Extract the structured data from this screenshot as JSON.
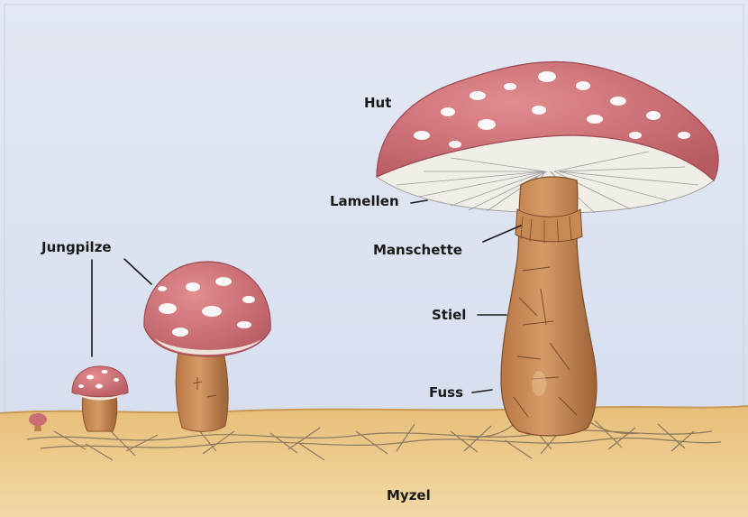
{
  "labels": {
    "hut": "Hut",
    "lamellen": "Lamellen",
    "manschette": "Manschette",
    "stiel": "Stiel",
    "fuss": "Fuss",
    "jungpilze": "Jungpilze",
    "myzel": "Myzel"
  },
  "colors": {
    "sky": "#dde3f0",
    "soil": "#edc987",
    "cap": "#d8787c",
    "cap_dark": "#b5575e",
    "gills": "#f1eee8",
    "stem": "#c88a55",
    "stem_dark": "#9b6034",
    "spots": "#ffffff",
    "mycelium": "#7c6b5a",
    "ink": "#1a1a1a"
  }
}
